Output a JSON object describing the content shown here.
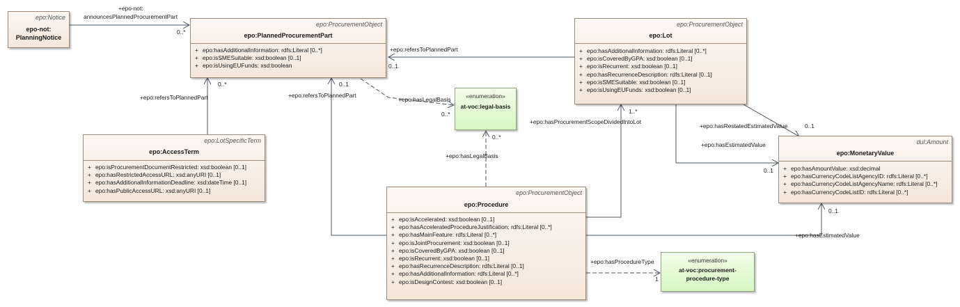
{
  "classes": {
    "notice": {
      "stereotype": "epo:Notice",
      "title_line1": "epo-not:",
      "title_line2": "PlanningNotice"
    },
    "ppp": {
      "stereotype": "epo:ProcurementObject",
      "title": "epo:PlannedProcurementPart",
      "attributes": [
        "epo:hasAdditionalInformation: rdfs:Literal [0..*]",
        "epo:isSMESuitable: xsd:boolean [0..1]",
        "epo:isUsingEUFunds: xsd:boolean"
      ]
    },
    "lot": {
      "stereotype": "epo:ProcurementObject",
      "title": "epo:Lot",
      "attributes": [
        "epo:hasAdditionalInformation: rdfs:Literal [0..*]",
        "epo:isCoveredByGPA: xsd:boolean [0..1]",
        "epo:isRecurrent: xsd:boolean [0..1]",
        "epo:hasRecurrenceDescription: rdfs:Literal [0..1]",
        "epo:isSMESuitable: xsd:boolean [0..1]",
        "epo:isUsingEUFunds: xsd:boolean [0..1]"
      ]
    },
    "access": {
      "stereotype": "epo:LotSpecificTerm",
      "title": "epo:AccessTerm",
      "attributes": [
        "epo:isProcurementDocumentRestricted: xsd:boolean [0..1]",
        "epo:hasRestrictedAccessURL: xsd:anyURI [0..1]",
        "epo:hasAdditionalInformationDeadline: xsd:dateTime [0..1]",
        "epo:hasPublicAccessURL: xsd:anyURI [0..1]"
      ]
    },
    "legal": {
      "stereotype": "«enumeration»",
      "title": "at-voc:legal-basis"
    },
    "money": {
      "stereotype": "dul:Amount",
      "title": "epo:MonetaryValue",
      "attributes": [
        "epo:hasAmountValue: xsd:decimal",
        "epo:hasCurrencyCodeListAgencyID: rdfs:Literal [0..*]",
        "epo:hasCurrencyCodeListAgencyName: rdfs:Literal [0..*]",
        "epo:hasCurrencyCodeListID: rdfs:Literal [0..*]"
      ]
    },
    "procedure": {
      "stereotype": "epo:ProcurementObject",
      "title": "epo:Procedure",
      "attributes": [
        "epo:isAccelerated: xsd:boolean [0..1]",
        "epo:hasAcceleratedProcedureJustification: rdfs:Literal [0..*]",
        "epo:hasMainFeature: rdfs:Literal [0..*]",
        "epo:isJointProcurement: xsd:boolean [0..1]",
        "epo:isCoveredByGPA: xsd:boolean [0..1]",
        "epo:isRecurrent: xsd:boolean [0..1]",
        "epo:hasRecurrenceDescription: rdfs:Literal [0..1]",
        "epo:hasAdditionalInformation: rdfs:Literal [0..*]",
        "epo:isDesignContest: xsd:boolean [0..1]"
      ]
    },
    "ptype": {
      "stereotype": "«enumeration»",
      "title_line1": "at-voc:procurement-",
      "title_line2": "procedure-type"
    }
  },
  "visibility": "+",
  "labels": {
    "announces_1": "+epo-not:",
    "announces_2": "announcesPlannedProcurementPart",
    "announces_mult": "0..*",
    "lot_refers": "+epo:refersToPlannedPart",
    "lot_refers_mult": "0..1",
    "access_refers": "+epo:refersToPlannedPart",
    "access_refers_mult": "0..*",
    "proc_refers": "+epo:refersToPlannedPart",
    "proc_refers_mult": "0..1",
    "ppp_legal": "+epo:hasLegalBasis",
    "ppp_legal_mult": "0..*",
    "proc_legal": "+epo:hasLegalBasis",
    "proc_legal_mult": "0..*",
    "scope": "+epo:hasProcurementScopeDividedIntoLot",
    "scope_mult": "1..*",
    "restated": "+epo:hasRestatedEstimatedValue",
    "restated_mult": "0..1",
    "lot_estimated": "+epo:hasEstimatedValue",
    "lot_estimated_mult": "0..1",
    "proc_estimated": "+epo:hasEstimatedValue",
    "proc_estimated_mult": "0..1",
    "ptype_label": "+epo:hasProcedureType",
    "ptype_mult": "1"
  },
  "colors": {
    "class_fill": "#f5e6da",
    "enum_fill": "#d6f7c2",
    "line": "#4a5566"
  }
}
